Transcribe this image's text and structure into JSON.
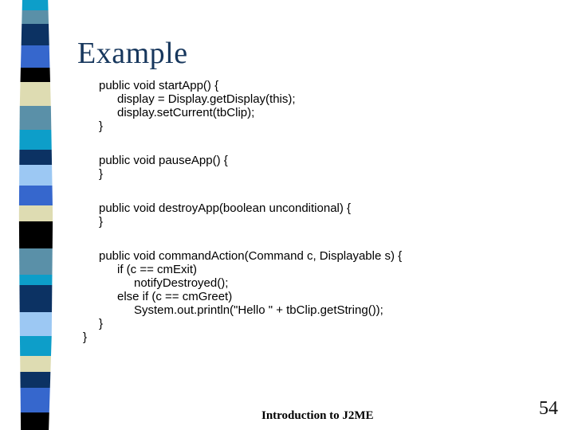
{
  "slide": {
    "title": "Example",
    "title_color": "#17375d",
    "background_color": "#ffffff"
  },
  "code": {
    "text_color": "#000000",
    "blocks": [
      {
        "lines": [
          {
            "text": "public void startApp() {",
            "indent": 1
          },
          {
            "text": "display = Display.getDisplay(this);",
            "indent": 2
          },
          {
            "text": "display.setCurrent(tbClip);",
            "indent": 2
          },
          {
            "text": "}",
            "indent": 1
          }
        ]
      },
      {
        "lines": [
          {
            "text": "public void pauseApp() {",
            "indent": 1
          },
          {
            "text": "}",
            "indent": 1
          }
        ]
      },
      {
        "lines": [
          {
            "text": "public void destroyApp(boolean unconditional) {",
            "indent": 1
          },
          {
            "text": "}",
            "indent": 1
          }
        ]
      },
      {
        "lines": [
          {
            "text": "public void commandAction(Command c, Displayable s) {",
            "indent": 1
          },
          {
            "text": "if (c == cmExit)",
            "indent": 2
          },
          {
            "text": "notifyDestroyed();",
            "indent": 3
          },
          {
            "text": "else if (c == cmGreet)",
            "indent": 2
          },
          {
            "text": "System.out.println(\"Hello \" + tbClip.getString());",
            "indent": 3
          },
          {
            "text": "}",
            "indent": 1
          },
          {
            "text": "}",
            "indent": 0
          }
        ]
      }
    ]
  },
  "footer": {
    "text": "Introduction to J2ME",
    "page_number": "54"
  },
  "sidebar": {
    "palette": {
      "cyan": "#0d9ec9",
      "steel": "#5a90a8",
      "navy": "#0c3263",
      "royal": "#3667cd",
      "black": "#000000",
      "cream": "#dedcb2",
      "lightblue": "#9cc8f3"
    },
    "blocks": [
      {
        "color": "cyan",
        "height": 13
      },
      {
        "color": "steel",
        "height": 17
      },
      {
        "color": "navy",
        "height": 27
      },
      {
        "color": "royal",
        "height": 28
      },
      {
        "color": "black",
        "height": 18
      },
      {
        "color": "cream",
        "height": 30
      },
      {
        "color": "steel",
        "height": 30
      },
      {
        "color": "cyan",
        "height": 25
      },
      {
        "color": "navy",
        "height": 19
      },
      {
        "color": "lightblue",
        "height": 26
      },
      {
        "color": "royal",
        "height": 25
      },
      {
        "color": "cream",
        "height": 20
      },
      {
        "color": "black",
        "height": 34
      },
      {
        "color": "steel",
        "height": 33
      },
      {
        "color": "cyan",
        "height": 13
      },
      {
        "color": "navy",
        "height": 34
      },
      {
        "color": "lightblue",
        "height": 30
      },
      {
        "color": "cyan",
        "height": 25
      },
      {
        "color": "cream",
        "height": 20
      },
      {
        "color": "navy",
        "height": 20
      },
      {
        "color": "royal",
        "height": 31
      },
      {
        "color": "black",
        "height": 22
      }
    ]
  }
}
